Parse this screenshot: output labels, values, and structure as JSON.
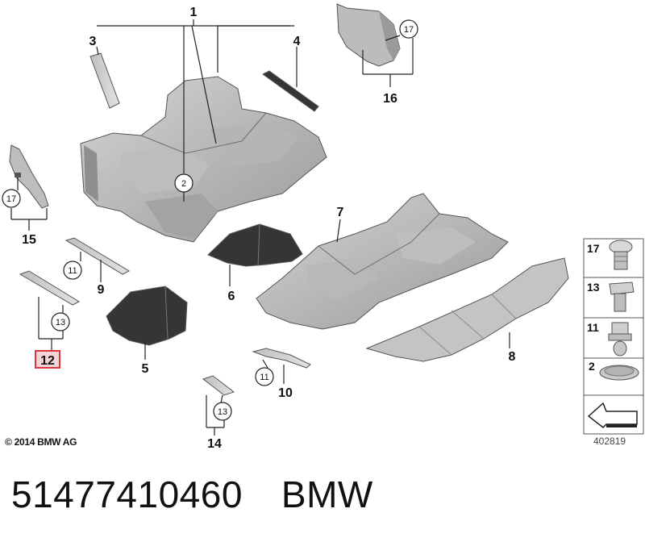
{
  "diagram": {
    "callouts": {
      "c1": "1",
      "c2": "2",
      "c3": "3",
      "c4": "4",
      "c5": "5",
      "c6": "6",
      "c7": "7",
      "c8": "8",
      "c9": "9",
      "c10": "10",
      "c12": "12",
      "c14": "14",
      "c15": "15",
      "c16": "16"
    },
    "circled": {
      "r2": "2",
      "r11a": "11",
      "r11b": "11",
      "r13a": "13",
      "r13b": "13",
      "r17a": "17",
      "r17b": "17"
    },
    "highlighted_part": "12",
    "highlight_color": "#d9363e",
    "legend": {
      "items": [
        "17",
        "13",
        "11",
        "2"
      ]
    },
    "copyright": "© 2014 BMW AG",
    "image_number": "402819"
  },
  "footer": {
    "part_number": "51477410460",
    "brand": "BMW"
  }
}
